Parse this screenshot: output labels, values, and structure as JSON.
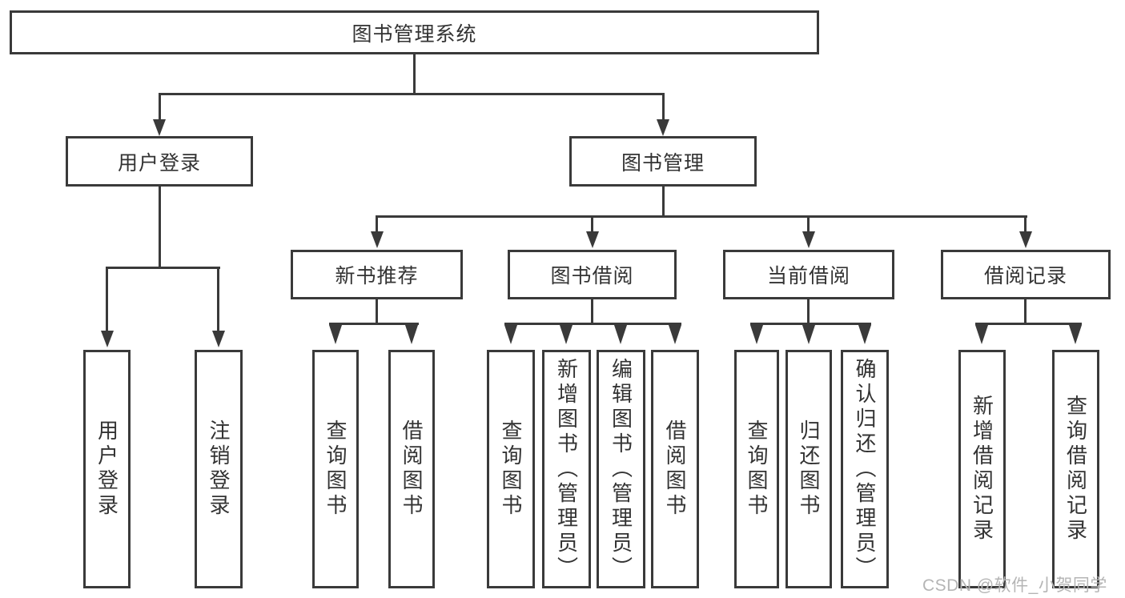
{
  "tree": {
    "root": {
      "label": "图书管理系统",
      "children": [
        {
          "label": "用户登录",
          "children": [
            {
              "label": "用户登录"
            },
            {
              "label": "注销登录"
            }
          ]
        },
        {
          "label": "图书管理",
          "children": [
            {
              "label": "新书推荐",
              "children": [
                {
                  "label": "查询图书"
                },
                {
                  "label": "借阅图书"
                }
              ]
            },
            {
              "label": "图书借阅",
              "children": [
                {
                  "label": "查询图书"
                },
                {
                  "label": "新增图书（管理员）"
                },
                {
                  "label": "编辑图书（管理员）"
                },
                {
                  "label": "借阅图书"
                }
              ]
            },
            {
              "label": "当前借阅",
              "children": [
                {
                  "label": "查询图书"
                },
                {
                  "label": "归还图书"
                },
                {
                  "label": "确认归还（管理员）"
                }
              ]
            },
            {
              "label": "借阅记录",
              "children": [
                {
                  "label": "新增借阅记录"
                },
                {
                  "label": "查询借阅记录"
                }
              ]
            }
          ]
        }
      ]
    }
  },
  "watermark": {
    "text": "CSDN @软件_小贺同学"
  },
  "colors": {
    "line": "#3a3a3a",
    "border": "#3a3a3a",
    "text": "#333333",
    "watermark": "#b5b5b5",
    "background": "#ffffff"
  }
}
